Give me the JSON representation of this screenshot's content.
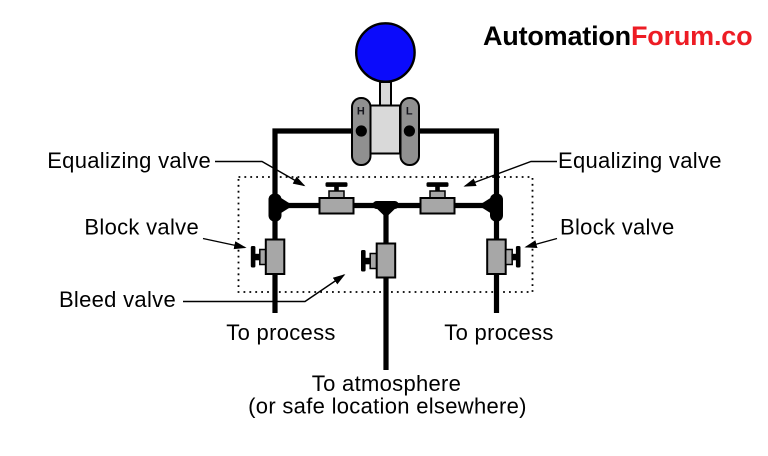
{
  "brand": {
    "text_black": "Automation",
    "text_red": "Forum.co",
    "red": "#ed1c24"
  },
  "transmitter": {
    "high_port_label": "H",
    "low_port_label": "L",
    "dome_color": "#0b0bfb",
    "flange_color": "#909090",
    "body_color": "#d9d9d9"
  },
  "colors": {
    "valve_gray": "#a7a7a7",
    "line_black": "#000000",
    "background": "#ffffff"
  },
  "labels": {
    "equalizing_left": "Equalizing valve",
    "equalizing_right": "Equalizing valve",
    "block_left": "Block valve",
    "block_right": "Block valve",
    "bleed": "Bleed valve",
    "process_left": "To process",
    "process_right": "To process",
    "atmosphere_line1": "To atmosphere",
    "atmosphere_line2": "(or safe location elsewhere)"
  }
}
